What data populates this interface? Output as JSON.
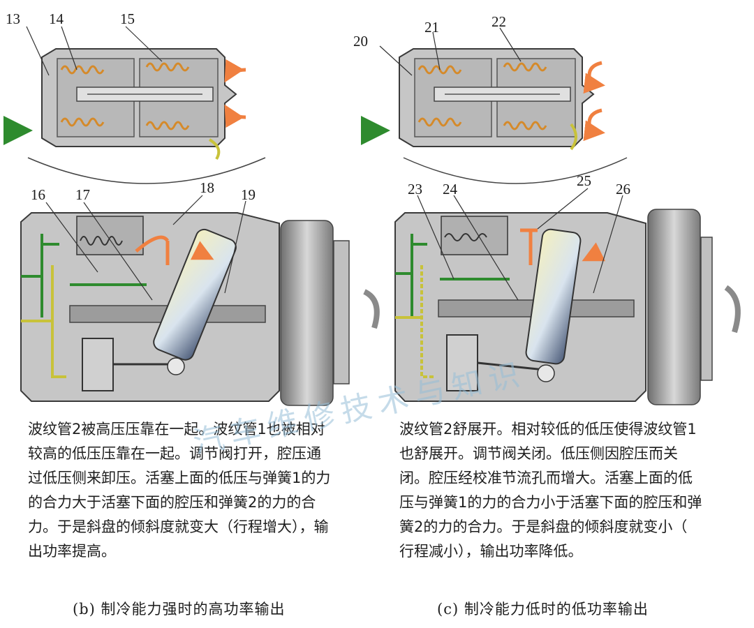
{
  "panel_b": {
    "labels": [
      "13",
      "14",
      "15",
      "16",
      "17",
      "18",
      "19"
    ],
    "description": "波纹管2被高压压靠在一起。波纹管1也被相对较高的低压压靠在一起。调节阀打开，腔压通过低压侧来卸压。活塞上面的低压与弹簧1的力的合力大于活塞下面的腔压和弹簧2的力的合力。于是斜盘的倾斜度就变大（行程增大），输出功率提高。",
    "caption": "(b) 制冷能力强时的高功率输出"
  },
  "panel_c": {
    "labels": [
      "20",
      "21",
      "22",
      "23",
      "24",
      "25",
      "26"
    ],
    "description": "波纹管2舒展开。相对较低的低压使得波纹管1也舒展开。调节阀关闭。低压侧因腔压而关闭。腔压经校准节流孔而增大。活塞上面的低压与弹簧1的力的合力小于活塞下面的腔压和弹簧2的力的合力。于是斜盘的倾斜度就变小（　行程减小），输出功率降低。",
    "caption": "(c) 制冷能力低时的低功率输出"
  },
  "watermark": "汽车维修技术与知识",
  "colors": {
    "housing": "#c6c6c6",
    "housing_dark": "#8f8f8f",
    "bellows": "#d58a2a",
    "low_pressure_green": "#2e8b2e",
    "high_pressure_orange": "#f08040",
    "control_yellow": "#c8c23a",
    "flow_blue": "#3aa0e0"
  }
}
